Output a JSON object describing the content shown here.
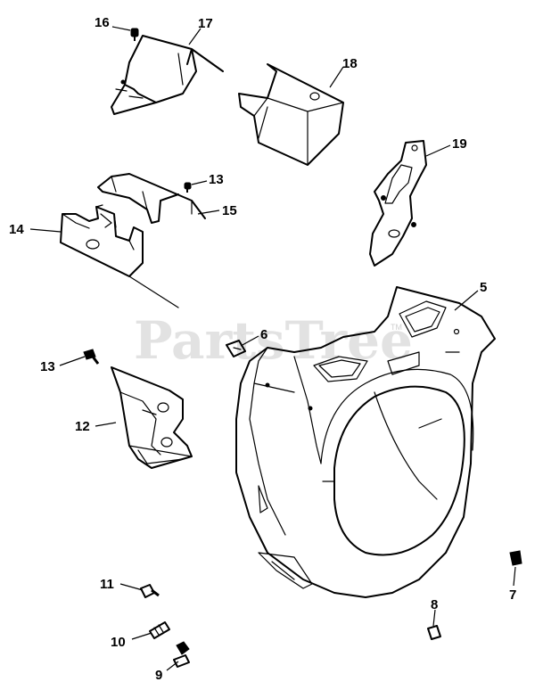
{
  "watermark": {
    "text": "PartsTree",
    "trademark": "TM"
  },
  "callouts": {
    "c5": "5",
    "c6": "6",
    "c7": "7",
    "c8": "8",
    "c9": "9",
    "c10": "10",
    "c11": "11",
    "c12": "12",
    "c13a": "13",
    "c13b": "13",
    "c14": "14",
    "c15": "15",
    "c16": "16",
    "c17": "17",
    "c18": "18",
    "c19": "19"
  }
}
